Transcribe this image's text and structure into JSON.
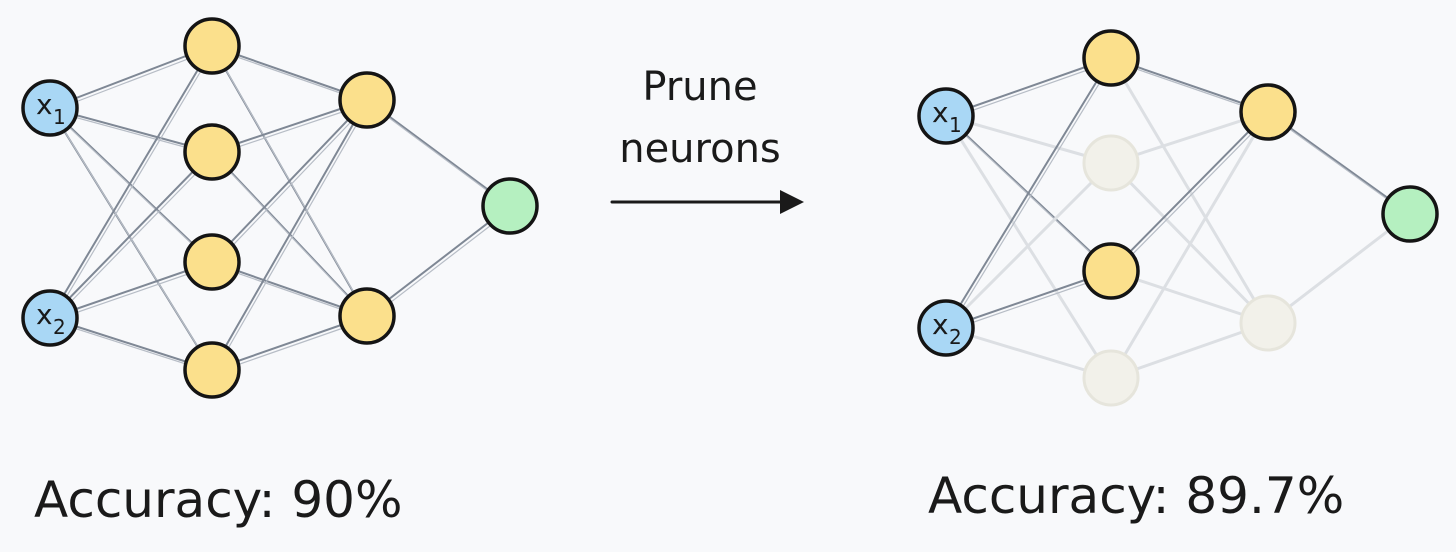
{
  "colors": {
    "background": "#f8f9fb",
    "input_node": "#a9d7f5",
    "hidden_node": "#fbe08c",
    "output_node": "#b5f0c0",
    "pruned_node": "#f2f1ea",
    "edge": "#7f8895",
    "pruned_edge": "#dcdfe3"
  },
  "arrow": {
    "label_line1": "Prune",
    "label_line2": "neurons",
    "icon": "arrow-right-icon"
  },
  "networks": [
    {
      "id": "original",
      "accuracy_label": "Accuracy: 90%",
      "inputs": [
        {
          "label": "x",
          "subscript": "1"
        },
        {
          "label": "x",
          "subscript": "2"
        }
      ],
      "hidden1_pruned": [
        false,
        false,
        false,
        false
      ],
      "hidden2_pruned": [
        false,
        false
      ],
      "output_pruned": false
    },
    {
      "id": "pruned",
      "accuracy_label": "Accuracy: 89.7%",
      "inputs": [
        {
          "label": "x",
          "subscript": "1"
        },
        {
          "label": "x",
          "subscript": "2"
        }
      ],
      "hidden1_pruned": [
        false,
        true,
        false,
        true
      ],
      "hidden2_pruned": [
        false,
        true
      ],
      "output_pruned": false
    }
  ]
}
